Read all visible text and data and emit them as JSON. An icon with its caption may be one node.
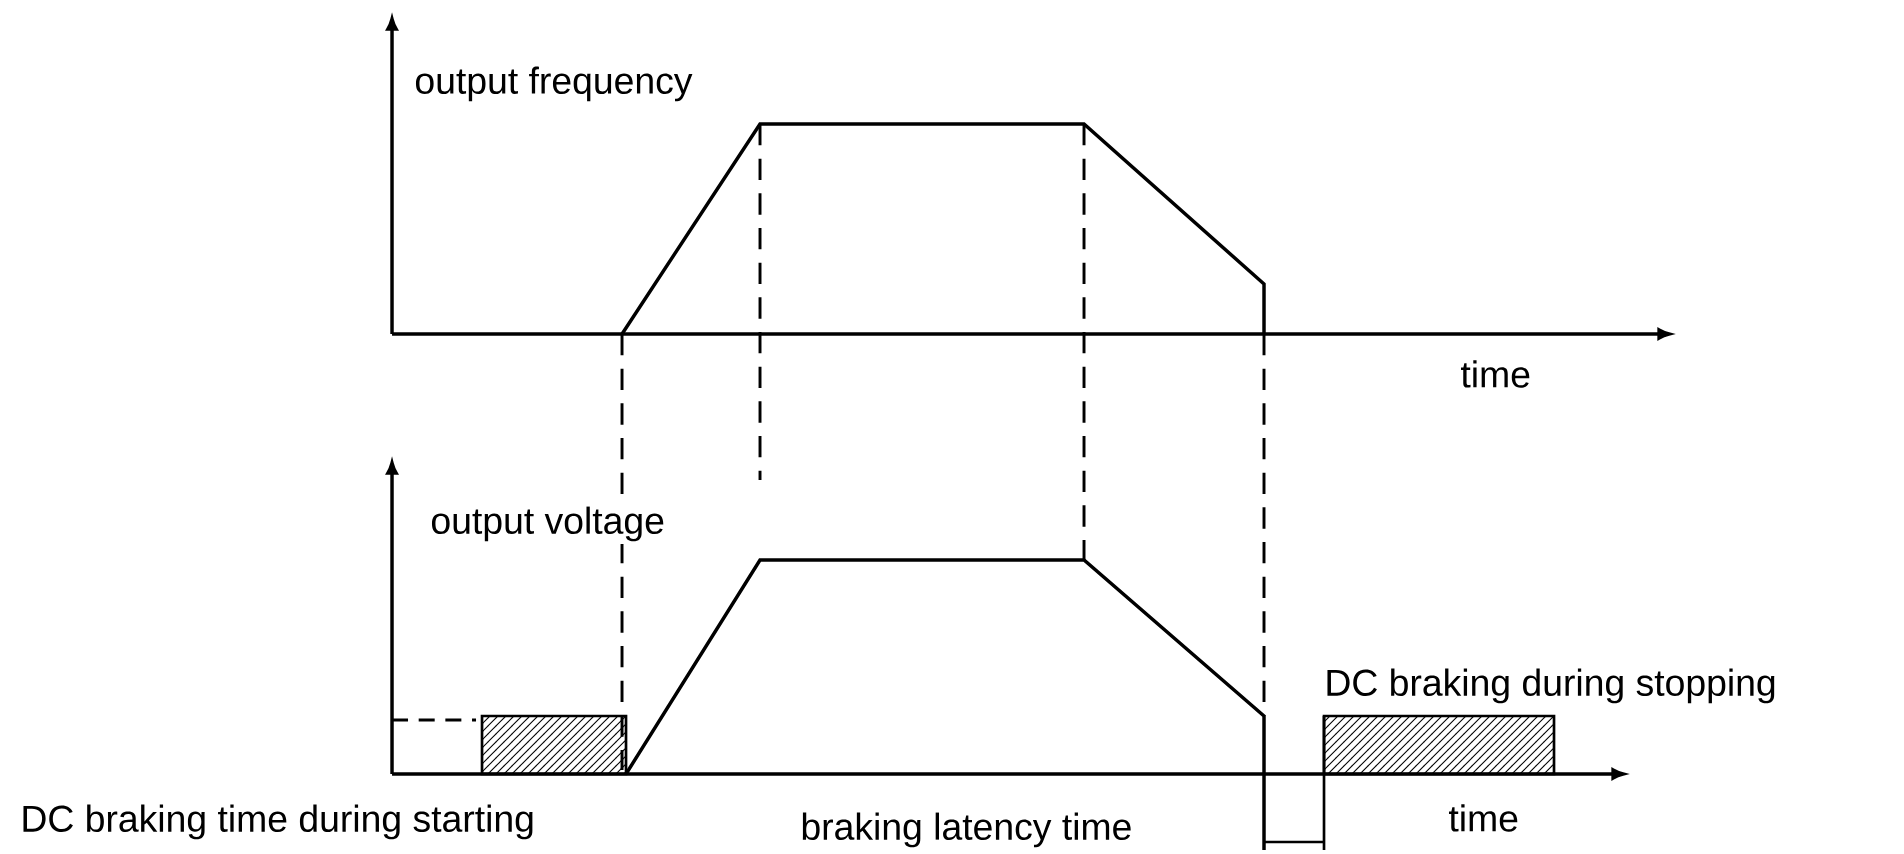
{
  "diagram": {
    "labels": [
      "output frequency",
      "time",
      "output voltage",
      "DC braking during stopping",
      "DC braking time during starting",
      "braking latency time",
      "time"
    ]
  }
}
